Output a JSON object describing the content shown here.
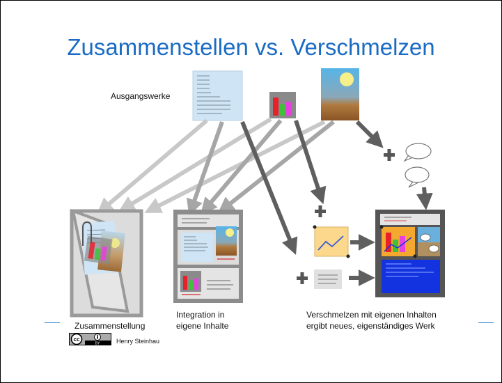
{
  "slide": {
    "title": "Zusammenstellen vs. Verschmelzen",
    "source_label": "Ausgangswerke",
    "caption_compilation": "Zusammenstellung",
    "caption_integration_1": "Integration in",
    "caption_integration_2": "eigene Inhalte",
    "caption_merge_1": "Verschmelzen mit eigenen Inhalten",
    "caption_merge_2": "ergibt neues, eigenständiges Werk",
    "author": "Henry Steinhau",
    "license_badge": "cc",
    "license_by": "BY"
  },
  "colors": {
    "title": "#1a6bc4",
    "arrow_light": "#c8c8c8",
    "arrow_mid": "#a6a6a6",
    "arrow_dark": "#5f5f5f",
    "doc_blue": "#cfe4f4",
    "chart_yellow": "#fcd88c",
    "merge_blue": "#1433e0",
    "bar_red": "#e8202a",
    "bar_green": "#3ec23a",
    "bar_magenta": "#e840e0",
    "sun": "#f6ef8a"
  },
  "icons": [
    "text-document-icon",
    "bar-chart-icon",
    "landscape-image-icon",
    "speech-bubble-icon",
    "plus-icon",
    "line-chart-icon",
    "paperclip-icon",
    "cc-by-license-icon"
  ]
}
